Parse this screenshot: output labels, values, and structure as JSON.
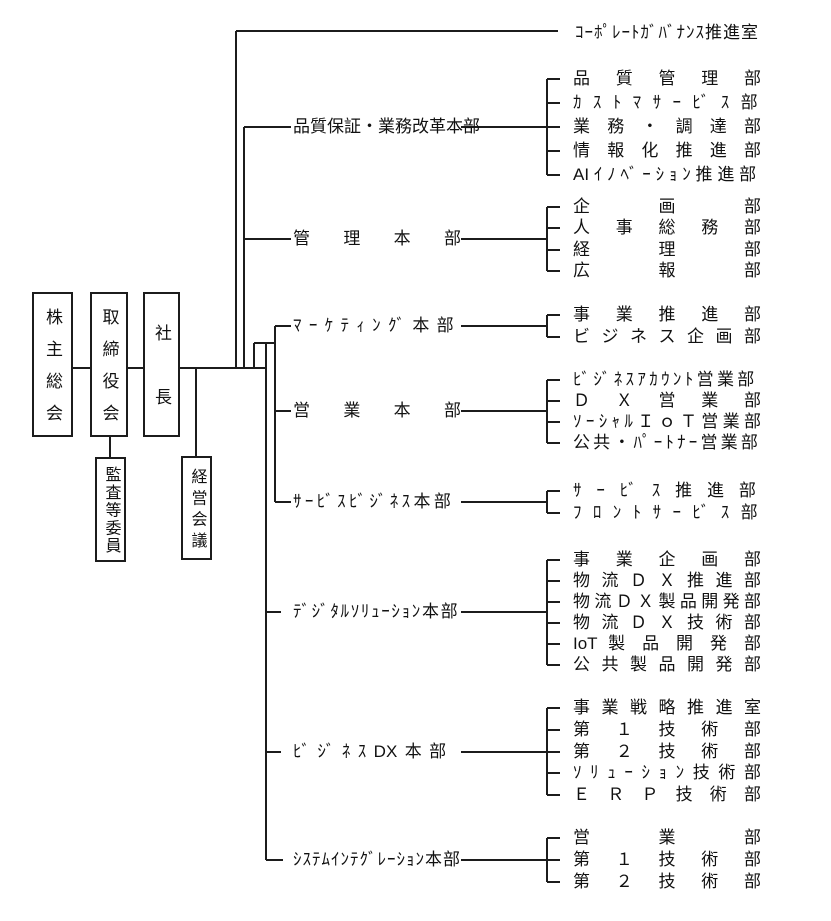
{
  "colors": {
    "background": "#ffffff",
    "line": "#1c1c1c",
    "text": "#111111"
  },
  "org_boxes": [
    {
      "id": "shareholders-meeting",
      "label": "株主総会"
    },
    {
      "id": "board-of-directors",
      "label": "取締役会"
    },
    {
      "id": "president",
      "label": "社長"
    },
    {
      "id": "audit-committee",
      "label": "監査等委員"
    },
    {
      "id": "management-council",
      "label": "経営会議"
    }
  ],
  "direct_office": {
    "name": "ｺｰﾎﾟﾚｰﾄｶﾞﾊﾞﾅﾝｽ推進室"
  },
  "divisions": [
    {
      "name": "品質保証・業務改革本部",
      "departments": [
        "品 質 管 理 部",
        "ｶ ｽ ﾄ ﾏ ｻ ｰ ﾋﾞ ｽ 部",
        "業 務 ・ 調 達 部",
        "情 報 化 推 進 部",
        "AIｲﾉﾍﾞｰｼｮﾝ推進部"
      ]
    },
    {
      "name": "管 理 本 部",
      "departments": [
        "企 画 部",
        "人 事 総 務 部",
        "経 理 部",
        "広 報 部"
      ]
    },
    {
      "name": "ﾏｰｹﾃｨﾝｸﾞ本部",
      "departments": [
        "事 業 推 進 部",
        "ビ ジ ネ ス 企 画 部"
      ]
    },
    {
      "name": "営 業 本 部",
      "departments": [
        "ﾋﾞｼﾞﾈｽｱｶｳﾝﾄ営業部",
        "Ｄ Ｘ 営 業 部",
        "ｿｰｼｬﾙＩｏＴ営業部",
        "公共・ﾊﾟｰﾄﾅｰ営業部"
      ]
    },
    {
      "name": "ｻｰﾋﾞｽﾋﾞｼﾞﾈｽ本部",
      "departments": [
        "ｻ ｰ ﾋﾞ ｽ 推 進 部",
        "ﾌ ﾛ ﾝ ﾄ ｻ ｰ ﾋﾞ ｽ 部"
      ]
    },
    {
      "name": "ﾃﾞｼﾞﾀﾙｿﾘｭｰｼｮﾝ本部",
      "departments": [
        "事 業 企 画 部",
        "物 流 Ｄ Ｘ 推 進 部",
        "物流ＤＸ製品開発部",
        "物 流 Ｄ Ｘ 技 術 部",
        "IoT 製 品 開 発 部",
        "公 共 製 品 開 発 部"
      ]
    },
    {
      "name": "ﾋﾞｼﾞﾈｽDX本部",
      "departments": [
        "事 業 戦 略 推 進 室",
        "第 １ 技 術 部",
        "第 ２ 技 術 部",
        "ｿﾘｭｰｼｮﾝ技術部",
        "Ｅ Ｒ Ｐ 技 術 部"
      ]
    },
    {
      "name": "ｼｽﾃﾑｲﾝﾃｸﾞﾚｰｼｮﾝ本部",
      "departments": [
        "営 業 部",
        "第 １ 技 術 部",
        "第 ２ 技 術 部"
      ]
    }
  ]
}
